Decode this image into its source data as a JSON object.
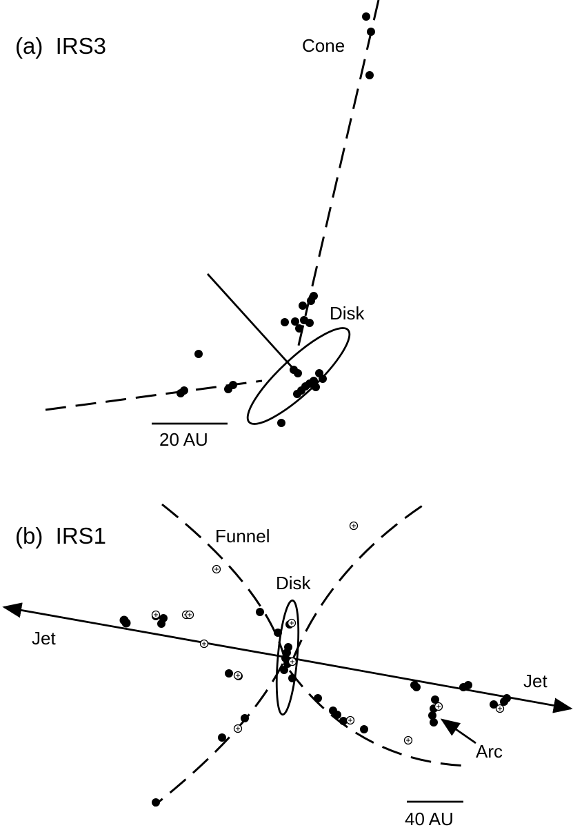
{
  "panel_a": {
    "label": "(a)  IRS3",
    "cone_label": "Cone",
    "disk_label": "Disk",
    "scale_label": "20 AU"
  },
  "panel_b": {
    "label": "(b)  IRS1",
    "funnel_label": "Funnel",
    "disk_label": "Disk",
    "jet_left_label": "Jet",
    "jet_right_label": "Jet",
    "arc_label": "Arc",
    "scale_label": "40 AU"
  },
  "legend": {
    "filled_marker": "filled circle",
    "open_marker": "open circle with cross"
  }
}
